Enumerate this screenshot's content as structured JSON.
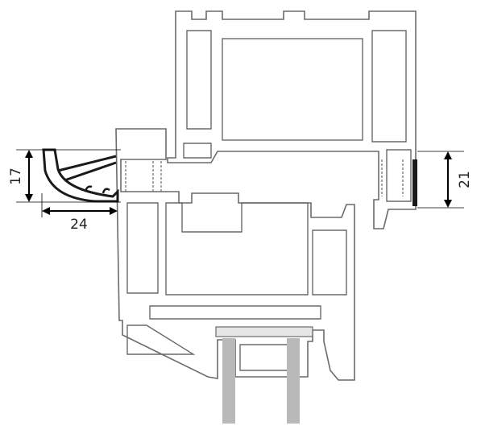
{
  "dimensions": {
    "left_height": "17",
    "left_width": "24",
    "right_height": "21"
  },
  "colors": {
    "profile_stroke": "#6a6a6a",
    "seal": "#1a1a1a",
    "glass": "#b9b9b9"
  }
}
